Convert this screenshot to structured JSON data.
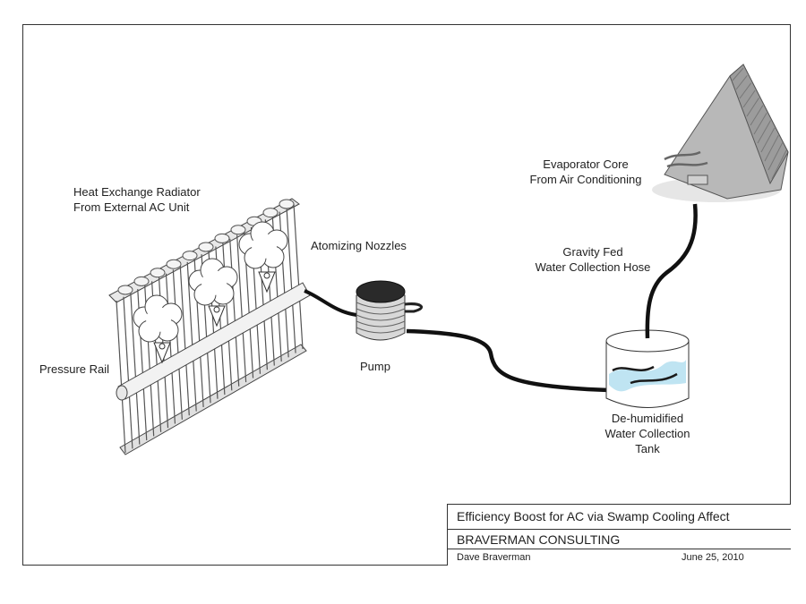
{
  "labels": {
    "radiator": [
      "Heat Exchange Radiator",
      "From External AC Unit"
    ],
    "nozzles": "Atomizing Nozzles",
    "pressure_rail": "Pressure Rail",
    "pump": "Pump",
    "evaporator": [
      "Evaporator Core",
      "From Air Conditioning"
    ],
    "hose": [
      "Gravity Fed",
      "Water Collection Hose"
    ],
    "tank": [
      "De-humidified",
      "Water Collection",
      "Tank"
    ]
  },
  "title_block": {
    "title": "Efficiency Boost for AC via Swamp Cooling Affect",
    "company": "BRAVERMAN CONSULTING",
    "author": "Dave Braverman",
    "date": "June 25, 2010"
  }
}
